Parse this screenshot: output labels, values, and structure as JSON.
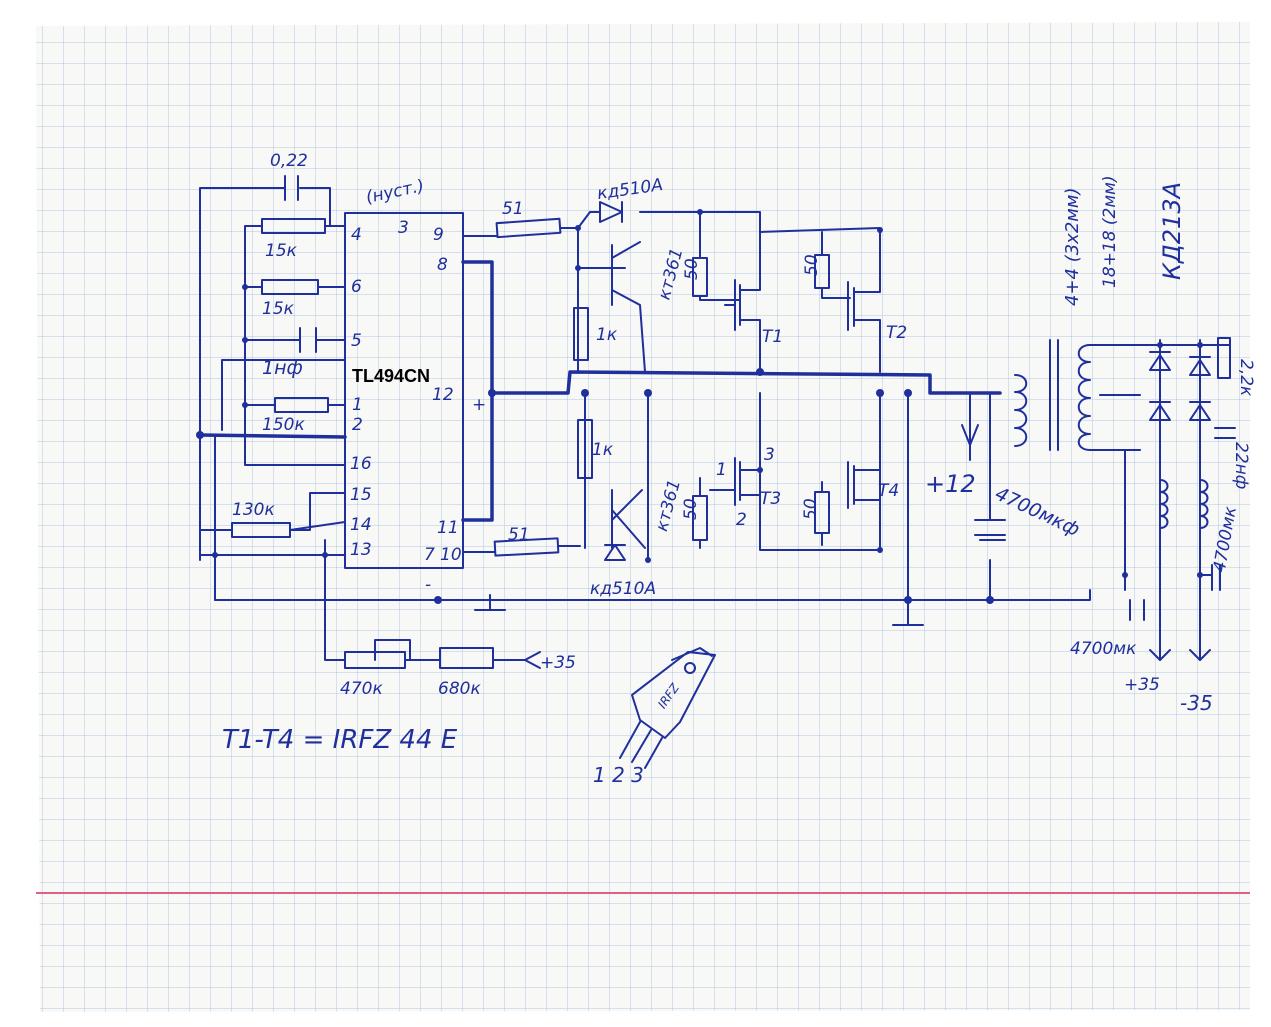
{
  "colors": {
    "paper": "#f8f8f6",
    "grid": "#a9bedd",
    "ink": "#1f2f9c",
    "margin_line": "#e0608a",
    "label_black": "#000000"
  },
  "chip": {
    "name": "TL494CN",
    "pins_left": [
      "4",
      "6",
      "5",
      "1",
      "2",
      "16",
      "15",
      "14",
      "13"
    ],
    "pins_top": "3",
    "pins_right": [
      "9",
      "8",
      "12",
      "11",
      "7",
      "10"
    ],
    "note_top": "(нуст.)"
  },
  "components": {
    "c_022": "0,22",
    "r_15k_a": "15к",
    "r_15k_b": "15к",
    "c_1nf": "1нф",
    "r_150k": "150к",
    "r_130k": "130к",
    "r_51_top": "51",
    "r_51_bottom": "51",
    "d_top": "кд510А",
    "d_bottom": "кд510А",
    "q_top": "кт361",
    "q_bottom": "кт361",
    "r_1k_top": "1к",
    "r_1k_bottom": "1к",
    "r_50_a": "50",
    "r_50_b": "50",
    "r_50_c": "50",
    "r_50_d": "50",
    "t1": "T1",
    "t2": "T2",
    "t3": "T3",
    "t4": "T4",
    "pin1": "1",
    "pin2": "2",
    "pin3": "3",
    "plus12": "+12",
    "c_4700": "4700мкф",
    "winding_primary": "4+4 (3х2мм)",
    "winding_secondary": "18+18 (2мм)",
    "diodes": "КД213А",
    "r_22k": "2,2к",
    "c_22nf": "22нф",
    "c_4700mk_right": "4700мк",
    "c_4700mk_bottom": "4700мк",
    "out_plus": "+35",
    "out_minus": "-35",
    "r_470k": "470к",
    "r_680k": "680к",
    "fb_plus35": "+35",
    "minus_sign": "-",
    "plus_sign": "+",
    "transistor_note": "T1-T4 = IRFZ 44 E",
    "package_label": "IRFZ",
    "package_pins": "1 2 3"
  }
}
